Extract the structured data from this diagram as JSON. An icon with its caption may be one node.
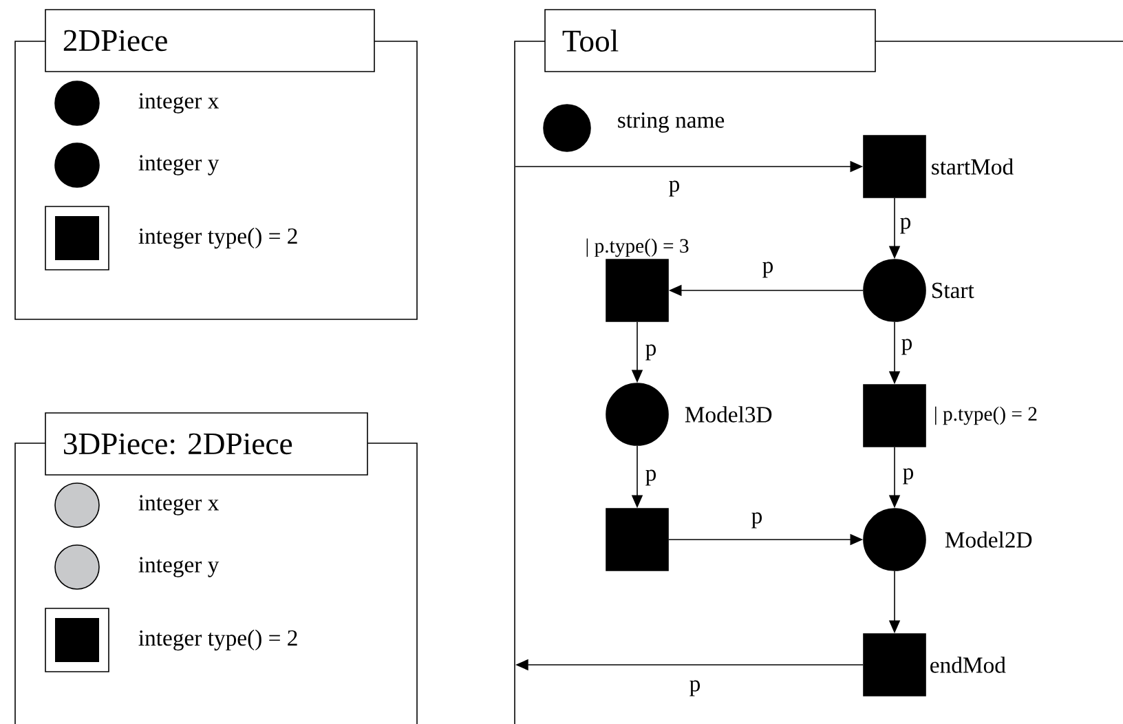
{
  "diagram": {
    "nodes": [
      {
        "text": [
          "2DPiece"
        ]
      },
      {
        "text": [],
        "shape": "circle",
        "in": 0,
        "beside": [
          "integer x"
        ]
      },
      {
        "text": [],
        "shape": "circle",
        "in": 0,
        "beside": [
          "integer y"
        ]
      },
      {
        "text": [],
        "shape": "box",
        "in": 0,
        "beside": [
          "integer type() = 2"
        ]
      },
      {
        "text": [
          "3DPiece: 2DPiece"
        ]
      },
      {
        "text": [],
        "shape": "circle",
        "in": 4,
        "beside": [
          "integer x"
        ]
      },
      {
        "text": [],
        "shape": "circle",
        "in": 4,
        "beside": [
          "integer y"
        ]
      },
      {
        "text": [],
        "shape": "box",
        "in": 4,
        "beside": [
          "integer type() = 2"
        ]
      },
      {
        "text": [
          "Tool"
        ]
      },
      {
        "text": [],
        "shape": "circle",
        "in": 8,
        "beside": [
          "string name"
        ]
      },
      {
        "text": [],
        "shape": "box",
        "in": 8,
        "beside": [
          "startMod"
        ]
      },
      {
        "text": [],
        "shape": "circle",
        "in": 8,
        "beside": [
          "Start"
        ]
      },
      {
        "text": [],
        "shape": "box",
        "in": 8,
        "beside": [
          "| p.type() = 3"
        ]
      },
      {
        "text": [],
        "shape": "box",
        "in": 8,
        "beside": [
          "| p.type() = 2"
        ]
      },
      {
        "text": [],
        "shape": "circle",
        "in": 8,
        "beside": [
          "Model3D"
        ]
      },
      {
        "text": [],
        "shape": "box",
        "in": 8
      },
      {
        "text": [],
        "shape": "circle",
        "in": 8,
        "beside": [
          "Model2D"
        ]
      },
      {
        "text": [],
        "shape": "box",
        "in": 8,
        "beside": [
          "endMod"
        ]
      }
    ],
    "edges": [
      {
        "from": null,
        "to": 10,
        "arrow": "to",
        "label": "p"
      },
      {
        "from": 10,
        "to": 11,
        "arrow": "to",
        "label": "p"
      },
      {
        "from": 11,
        "to": 12,
        "arrow": "to",
        "label": "p"
      },
      {
        "from": 11,
        "to": 13,
        "arrow": "to",
        "label": "p"
      },
      {
        "from": 12,
        "to": 14,
        "arrow": "to",
        "label": "p"
      },
      {
        "from": 13,
        "to": 16,
        "arrow": "to",
        "label": "p"
      },
      {
        "from": 14,
        "to": 15,
        "arrow": "to",
        "label": "p"
      },
      {
        "from": 15,
        "to": 16,
        "arrow": "to",
        "label": "p"
      },
      {
        "from": 16,
        "to": 17,
        "arrow": "to"
      },
      {
        "from": 17,
        "to": null,
        "arrow": "to",
        "label": "p"
      }
    ]
  }
}
